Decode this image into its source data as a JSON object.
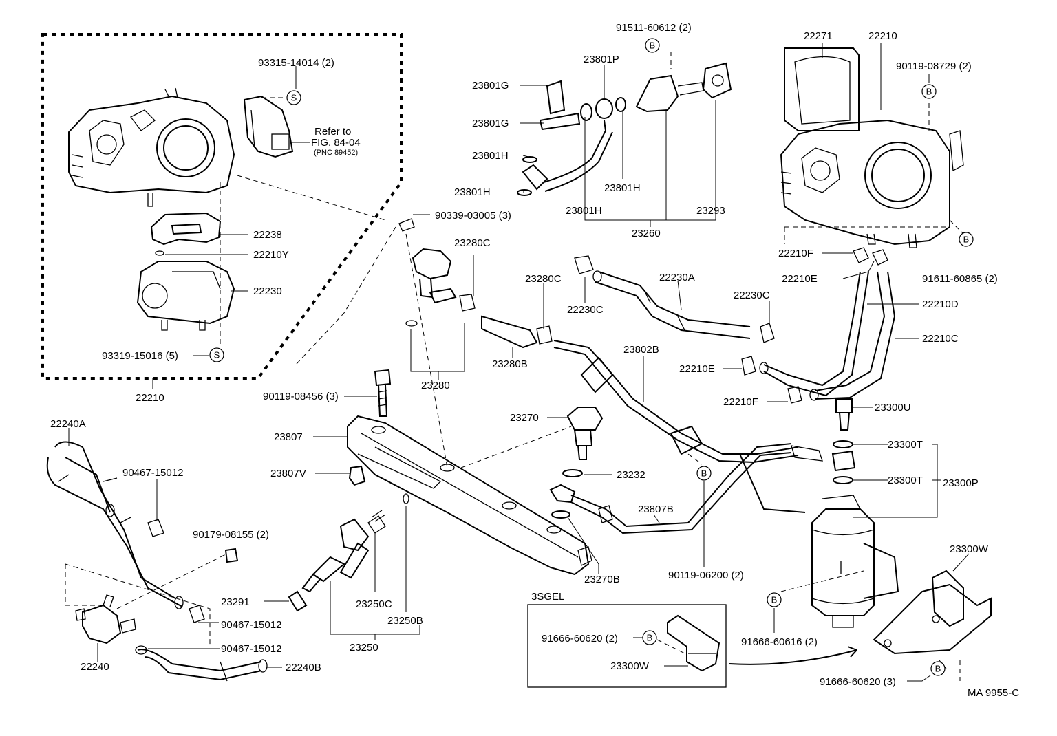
{
  "labels": {
    "p_93315_14014": "93315-14014 (2)",
    "refer_to": "Refer to",
    "fig": "FIG. 84-04",
    "pnc": "(PNC 89452)",
    "p_22238": "22238",
    "p_22210Y": "22210Y",
    "p_22230": "22230",
    "p_93319_15016": "93319-15016 (5)",
    "p_22210_left": "22210",
    "p_90339_03005": "90339-03005 (3)",
    "p_23280C_a": "23280C",
    "p_23280C_b": "23280C",
    "p_23280B": "23280B",
    "p_23280": "23280",
    "p_23801G_a": "23801G",
    "p_23801G_b": "23801G",
    "p_23801H_a": "23801H",
    "p_23801H_b": "23801H",
    "p_23801H_c": "23801H",
    "p_23801H_d": "23801H",
    "p_23801P": "23801P",
    "p_91511_60612": "91511-60612 (2)",
    "p_23293": "23293",
    "p_23260": "23260",
    "p_22230A": "22230A",
    "p_22230C_a": "22230C",
    "p_22230C_b": "22230C",
    "p_22271": "22271",
    "p_22210_right": "22210",
    "p_90119_08729": "90119-08729 (2)",
    "p_22210F_a": "22210F",
    "p_22210E_a": "22210E",
    "p_91611_60865": "91611-60865 (2)",
    "p_22210D": "22210D",
    "p_22210C": "22210C",
    "p_22210E_b": "22210E",
    "p_22210F_b": "22210F",
    "p_23300U": "23300U",
    "p_23802B": "23802B",
    "p_23300T_a": "23300T",
    "p_23300T_b": "23300T",
    "p_23300P": "23300P",
    "p_90119_08456": "90119-08456 (3)",
    "p_23807": "23807",
    "p_23270": "23270",
    "p_23807V": "23807V",
    "p_23232": "23232",
    "p_23807B": "23807B",
    "p_23270B": "23270B",
    "p_90119_06200": "90119-06200 (2)",
    "p_22240A": "22240A",
    "p_90467_15012_a": "90467-15012",
    "p_90179_08155": "90179-08155 (2)",
    "p_23291": "23291",
    "p_23250C": "23250C",
    "p_23250B": "23250B",
    "p_23250": "23250",
    "p_90467_15012_b": "90467-15012",
    "p_90467_15012_c": "90467-15012",
    "p_22240": "22240",
    "p_22240B": "22240B",
    "p_3sgel": "3SGEL",
    "p_91666_60620_a": "91666-60620 (2)",
    "p_23300W_a": "23300W",
    "p_91666_60616": "91666-60616 (2)",
    "p_23300W_b": "23300W",
    "p_91666_60620_b": "91666-60620 (3)",
    "p_ma": "MA 9955-C"
  },
  "markers": {
    "s": "S",
    "b": "B"
  }
}
